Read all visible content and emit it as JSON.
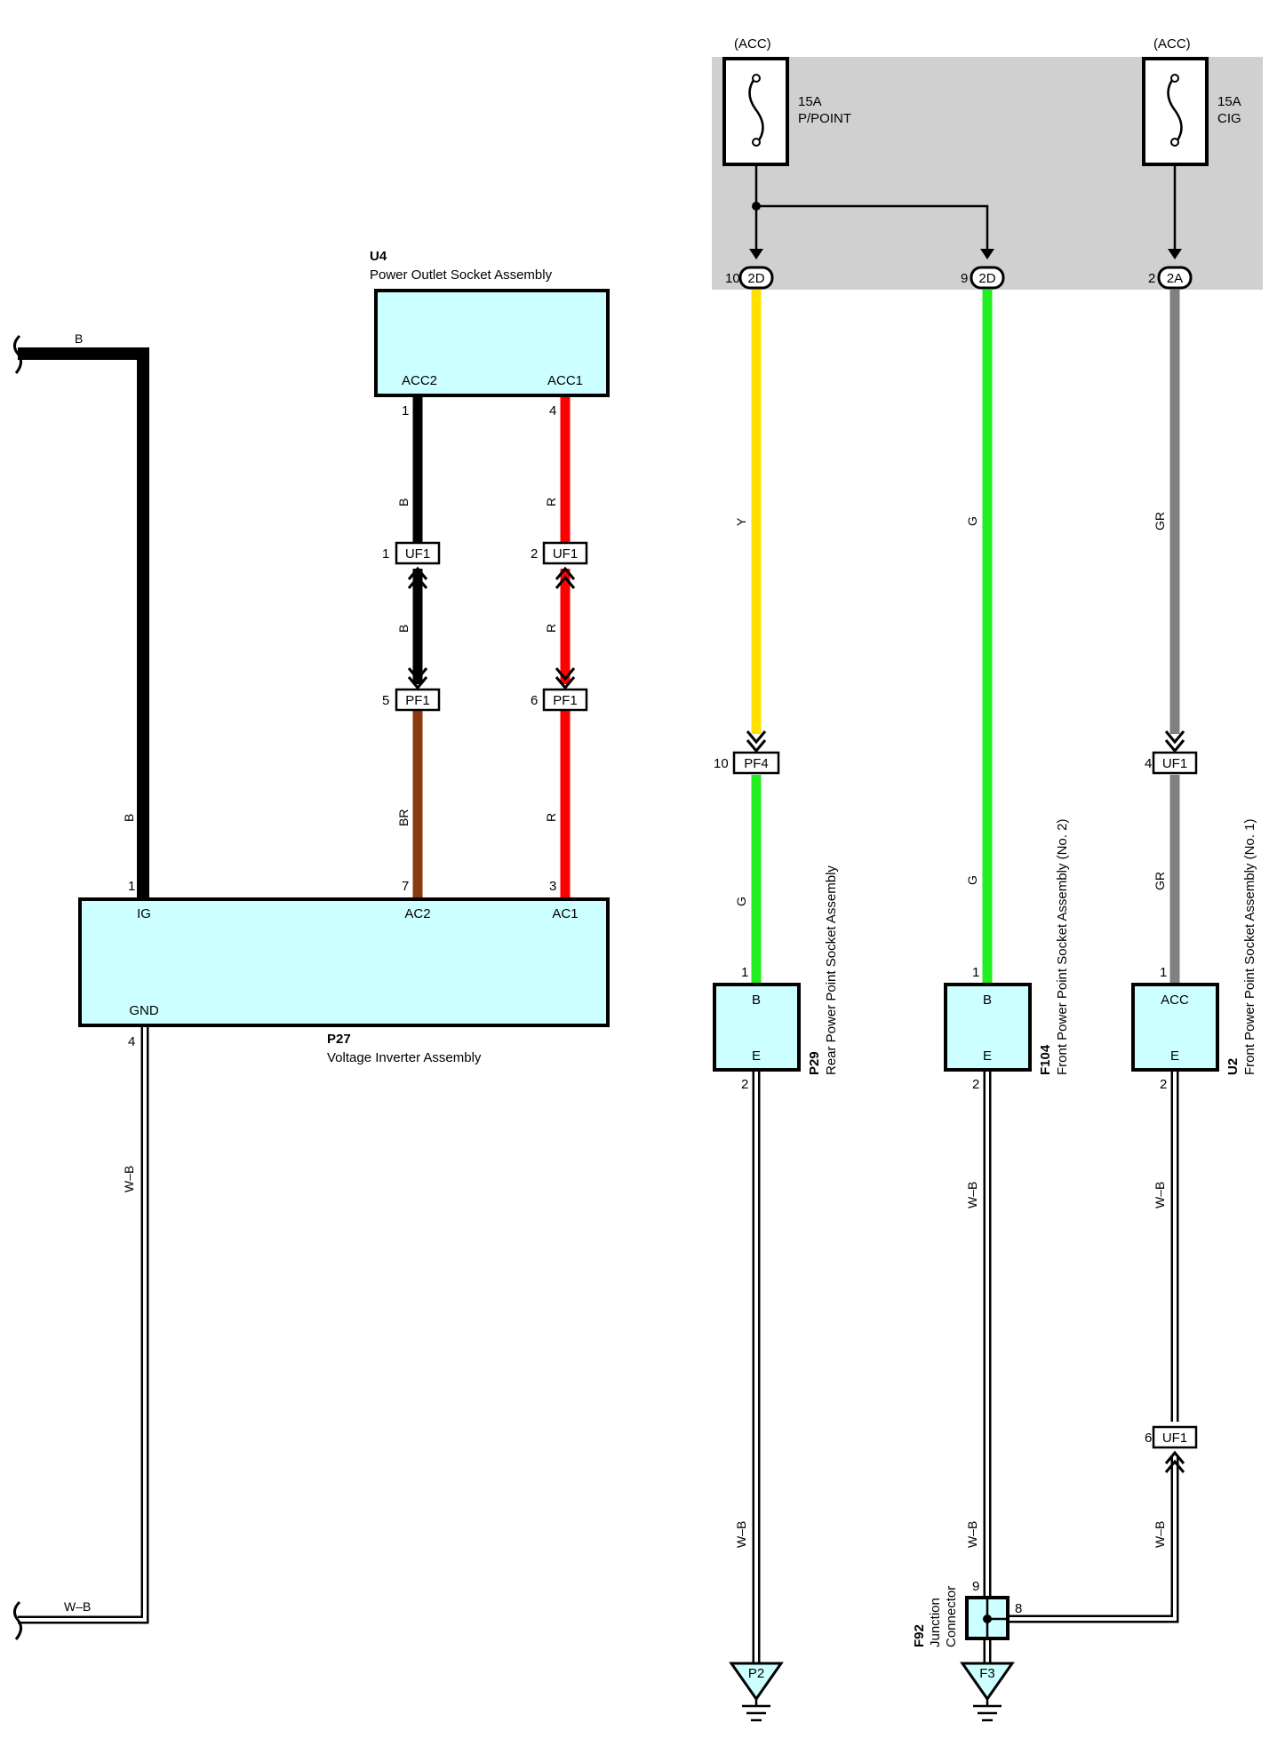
{
  "colors": {
    "wire_B": "#000000",
    "wire_R": "#ff0000",
    "wire_BR": "#8b3a0f",
    "wire_Y": "#ffe000",
    "wire_G": "#22ee22",
    "wire_GR": "#808080",
    "component_fill": "#ccffff",
    "junction_block_fill": "#d0d0d0"
  },
  "fuses": [
    {
      "supply": "(ACC)",
      "rating": "15A",
      "name": "P/POINT"
    },
    {
      "supply": "(ACC)",
      "rating": "15A",
      "name": "CIG"
    }
  ],
  "jb_connectors": [
    {
      "pin": "10",
      "code": "2D"
    },
    {
      "pin": "9",
      "code": "2D"
    },
    {
      "pin": "2",
      "code": "2A"
    }
  ],
  "components": {
    "u4": {
      "code": "U4",
      "name": "Power Outlet Socket Assembly",
      "terminals": {
        "acc2": "ACC2",
        "acc1": "ACC1"
      },
      "pins": {
        "acc2": "1",
        "acc1": "4"
      }
    },
    "p27": {
      "code": "P27",
      "name": "Voltage Inverter Assembly",
      "terminals": {
        "ig": "IG",
        "ac2": "AC2",
        "ac1": "AC1",
        "gnd": "GND"
      },
      "pins": {
        "ig": "1",
        "ac2": "7",
        "ac1": "3",
        "gnd": "4"
      }
    },
    "p29": {
      "code": "P29",
      "name": "Rear Power Point Socket Assembly",
      "terminals": {
        "top": "B",
        "bottom": "E"
      },
      "pins": {
        "top": "1",
        "bottom": "2"
      }
    },
    "f104": {
      "code": "F104",
      "name": "Front Power Point Socket Assembly (No. 2)",
      "terminals": {
        "top": "B",
        "bottom": "E"
      },
      "pins": {
        "top": "1",
        "bottom": "2"
      }
    },
    "u2": {
      "code": "U2",
      "name": "Front Power Point Socket Assembly (No. 1)",
      "terminals": {
        "top": "ACC",
        "bottom": "E"
      },
      "pins": {
        "top": "1",
        "bottom": "2"
      }
    },
    "f92": {
      "code": "F92",
      "name_line1": "Junction",
      "name_line2": "Connector",
      "pins": {
        "top": "9",
        "right": "8"
      }
    }
  },
  "inline_connectors": [
    {
      "pin": "1",
      "code": "UF1"
    },
    {
      "pin": "2",
      "code": "UF1"
    },
    {
      "pin": "5",
      "code": "PF1"
    },
    {
      "pin": "6",
      "code": "PF1"
    },
    {
      "pin": "10",
      "code": "PF4"
    },
    {
      "pin": "4",
      "code": "UF1"
    },
    {
      "pin": "6",
      "code": "UF1"
    }
  ],
  "grounds": [
    {
      "code": "P2"
    },
    {
      "code": "F3"
    }
  ],
  "wire_labels": {
    "b_top": "B",
    "b_left": "B",
    "wb_left": "W–B",
    "wb_bottom": "W–B",
    "u4_b1": "B",
    "u4_b2": "B",
    "br": "BR",
    "u4_r1": "R",
    "u4_r2": "R",
    "u4_r3": "R",
    "y": "Y",
    "g_p29": "G",
    "wb_p29": "W–B",
    "g_f104_1": "G",
    "g_f104_2": "G",
    "wb_f104_1": "W–B",
    "wb_f104_2": "W–B",
    "gr_1": "GR",
    "gr_2": "GR",
    "wb_u2_1": "W–B",
    "wb_u2_2": "W–B"
  }
}
